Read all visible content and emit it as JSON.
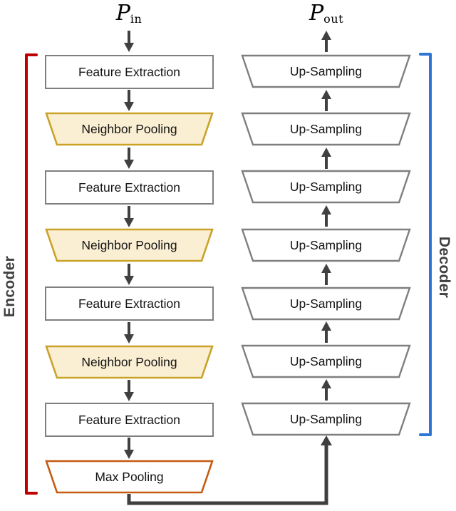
{
  "diagram": {
    "input": {
      "symbol": "P",
      "subscript": "in"
    },
    "output": {
      "symbol": "P",
      "subscript": "out"
    },
    "encoder": {
      "label": "Encoder",
      "nodes": [
        {
          "label": "Feature Extraction",
          "shape": "rectangle",
          "color": "gray"
        },
        {
          "label": "Neighbor Pooling",
          "shape": "trapezoid",
          "color": "yellow"
        },
        {
          "label": "Feature Extraction",
          "shape": "rectangle",
          "color": "gray"
        },
        {
          "label": "Neighbor Pooling",
          "shape": "trapezoid",
          "color": "yellow"
        },
        {
          "label": "Feature Extraction",
          "shape": "rectangle",
          "color": "gray"
        },
        {
          "label": "Neighbor Pooling",
          "shape": "trapezoid",
          "color": "yellow"
        },
        {
          "label": "Feature Extraction",
          "shape": "rectangle",
          "color": "gray"
        },
        {
          "label": "Max Pooling",
          "shape": "trapezoid",
          "color": "orange"
        }
      ]
    },
    "decoder": {
      "label": "Decoder",
      "nodes": [
        {
          "label": "Up-Sampling",
          "shape": "trapezoid",
          "color": "gray"
        },
        {
          "label": "Up-Sampling",
          "shape": "trapezoid",
          "color": "gray"
        },
        {
          "label": "Up-Sampling",
          "shape": "trapezoid",
          "color": "gray"
        },
        {
          "label": "Up-Sampling",
          "shape": "trapezoid",
          "color": "gray"
        },
        {
          "label": "Up-Sampling",
          "shape": "trapezoid",
          "color": "gray"
        },
        {
          "label": "Up-Sampling",
          "shape": "trapezoid",
          "color": "gray"
        },
        {
          "label": "Up-Sampling",
          "shape": "trapezoid",
          "color": "gray"
        }
      ]
    },
    "colors": {
      "encoder_bracket": "#C00000",
      "decoder_bracket": "#2E75D6",
      "box_border_gray": "#7F7F7F",
      "neighbor_pooling_fill": "#FBEFD3",
      "neighbor_pooling_border": "#C9A227",
      "max_pooling_border": "#C55A11",
      "arrow": "#404040",
      "node_text": "#141414",
      "side_label_text": "#404040"
    }
  }
}
